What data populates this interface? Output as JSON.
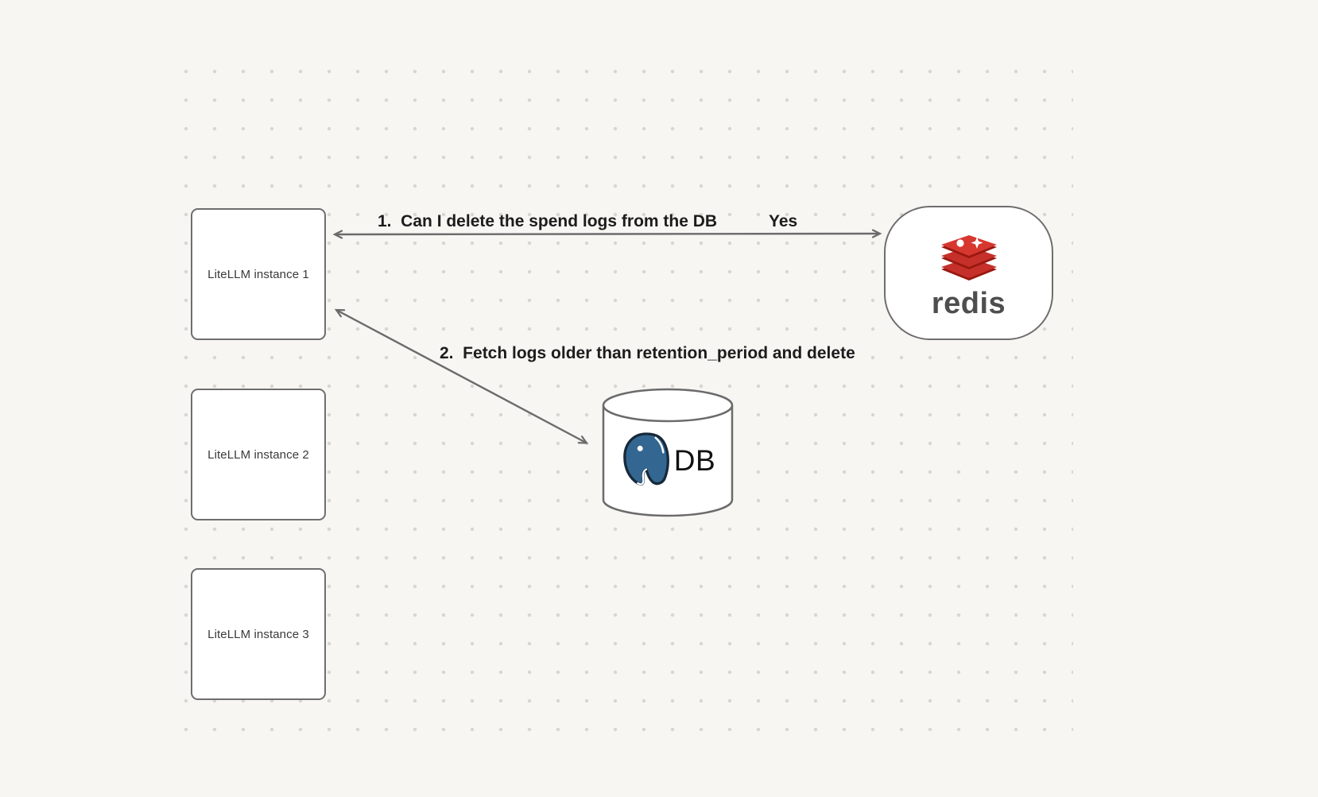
{
  "diagram": {
    "nodes": {
      "instance1": {
        "label": "LiteLLM instance 1"
      },
      "instance2": {
        "label": "LiteLLM instance 2"
      },
      "instance3": {
        "label": "LiteLLM instance 3"
      },
      "redis": {
        "label": "redis"
      },
      "db": {
        "label": "DB"
      }
    },
    "edges": {
      "edge1": {
        "label": "1.  Can I delete the spend logs from the DB",
        "response": "Yes",
        "from": "LiteLLM instance 1",
        "to": "redis",
        "arrowheads": "both"
      },
      "edge2": {
        "label": "2.  Fetch logs older than retention_period and delete",
        "from": "LiteLLM instance 1",
        "to": "DB",
        "arrowheads": "both"
      }
    },
    "icons": {
      "redis_logo": "redis-stacked-layers-icon",
      "postgres_logo": "postgresql-elephant-icon",
      "db_shape": "database-cylinder"
    },
    "colors": {
      "background": "#f7f6f3",
      "dot_grid": "#d9d6d1",
      "box_border": "#6e6e6e",
      "arrow": "#6b6b6b",
      "redis_red": "#c6302b",
      "redis_dark_red": "#99180f",
      "postgres_blue": "#336791",
      "text": "#1c1c1c"
    }
  }
}
